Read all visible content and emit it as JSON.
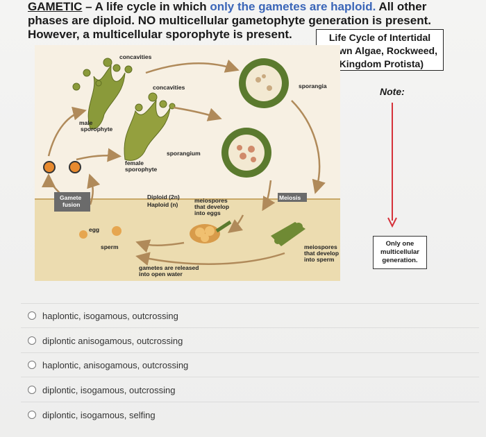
{
  "heading": {
    "kw": "GAMETIC",
    "dash": " – A life cycle in which ",
    "emph": "only the gametes are haploid.",
    "rest1": " All other",
    "line2": "phases are diploid.  NO multicellular gametophyte generation is present.",
    "line3": "However, a multicellular sporophyte is present."
  },
  "titlebox": {
    "line1": "Life Cycle of Intertidal",
    "line2": "Brown Algae, Rockweed,",
    "line3": "(Kingdom Protista)"
  },
  "note": "Note:",
  "only_one": {
    "line1": "Only one",
    "line2": "multicellular",
    "line3": "generation."
  },
  "diagram": {
    "concavities_top": "concavities",
    "concavities_mid": "concavities",
    "sporangia": "sporangia",
    "male": "male",
    "sporophyte": "sporophyte",
    "sporangium": "sporangium",
    "female": "female",
    "sporophyte2": "sporophyte",
    "gamete": "Gamete",
    "fusion": "fusion",
    "diploid": "Diploid (2n)",
    "haploid": "Haploid (n)",
    "meiosis": "Meiosis",
    "meio1": "meiospores",
    "meio2": "that develop",
    "meio3": "into eggs",
    "egg": "egg",
    "sperm": "sperm",
    "gam1": "gametes are released",
    "gam2": "into open water",
    "ms1": "meiospores",
    "ms2": "that develop",
    "ms3": "into sperm"
  },
  "options": [
    "haplontic, isogamous, outcrossing",
    "diplontic anisogamous, outcrossing",
    "haplontic, anisogamous, outcrossing",
    "diplontic, isogamous, outcrossing",
    "diplontic, isogamous, selfing"
  ],
  "colors": {
    "accent": "#3b66b8",
    "arrow_red": "#d6313a",
    "diploid_zone": "#f6efe2",
    "haploid_zone": "#e8d6a6"
  }
}
